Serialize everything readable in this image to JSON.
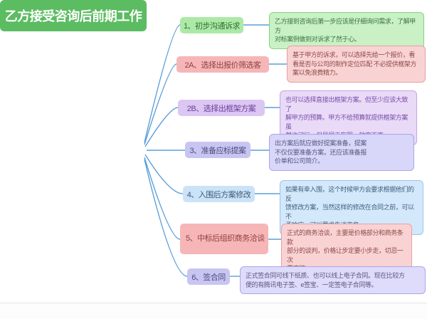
{
  "palette": {
    "connector": "#5c9fd9",
    "canvas_bg": "#ffffff",
    "divider": "#e4e4e4"
  },
  "central": {
    "label": "乙方接受咨询后前期工作",
    "bg": "#5cbc61",
    "fg": "#ffffff"
  },
  "branches": [
    {
      "label": "1、初步沟通诉求",
      "bg": "#ace9a6",
      "fg": "#2f7030",
      "note": "乙方接到咨询后第一步应该是仔细询问需求，了解甲方\n对标案例做到对诉求了然于心。",
      "note_bg": "#c9f1c5",
      "note_border": "#84d37e",
      "note_fg": "#3a7440"
    },
    {
      "label": "2A、选择出报价筛选客",
      "bg": "#f6b6b8",
      "fg": "#8f3f3d",
      "note": "基于甲方的诉求，可以选择先给一个报价，看\n看是否与公司的制作定位匹配 不必提供框架方\n案以免浪费精力。",
      "note_bg": "#f9d3d4",
      "note_border": "#ec9fa1",
      "note_fg": "#8f4a47"
    },
    {
      "label": "2B、选择出框架方案",
      "bg": "#dcc6f2",
      "fg": "#6a3f9b",
      "note": "也可以选择直接出框架方案。但至少应该大致了\n解甲方的预算。甲方不给预算就提供框架方案虽\n然也可行，但是属于盲写，效率不高。",
      "note_bg": "#e9daf8",
      "note_border": "#c5a3e6",
      "note_fg": "#7a4fa8"
    },
    {
      "label": "3、准备应标提案",
      "bg": "#c8c5f3",
      "fg": "#4d4c78",
      "note": "出方案后就应做好提案准备，提案\n不仅仅要准备方案，还应该准备报\n价单和公司简介。",
      "note_bg": "#d8d6f9",
      "note_border": "#a9a6e8",
      "note_fg": "#5a5880"
    },
    {
      "label": "4、入围后方案修改",
      "bg": "#cbe3f8",
      "fg": "#3c5875",
      "note": "如果有幸入围，这个时候甲方会要求根据他们的反\n馈修改方案，当然这样的修改在合同之前，可以不\n予响应，可以要求先谈商务。",
      "note_bg": "#d3e8fa",
      "note_border": "#97c5ec",
      "note_fg": "#41607f"
    },
    {
      "label": "5、中标后组织商务洽谈",
      "bg": "#f6b6b8",
      "fg": "#8f3f3d",
      "note": "正式的商务洽谈，主要是价格部分和商务条款\n部分的谈判，价格让步定要小步走，切忌一次\n露底牌。",
      "note_bg": "#f9d3d4",
      "note_border": "#ec9fa1",
      "note_fg": "#8f4a47"
    },
    {
      "label": "6、签合同",
      "bg": "#c8c5f3",
      "fg": "#4d4c78",
      "note": "正式签合同可线下纸质、也可以线上电子合同。现在比较方\n便的有腾讯电子签、e签宝、一定签电子合同等。",
      "note_bg": "#dedcfa",
      "note_border": "#a9a6e8",
      "note_fg": "#5a5880"
    }
  ]
}
